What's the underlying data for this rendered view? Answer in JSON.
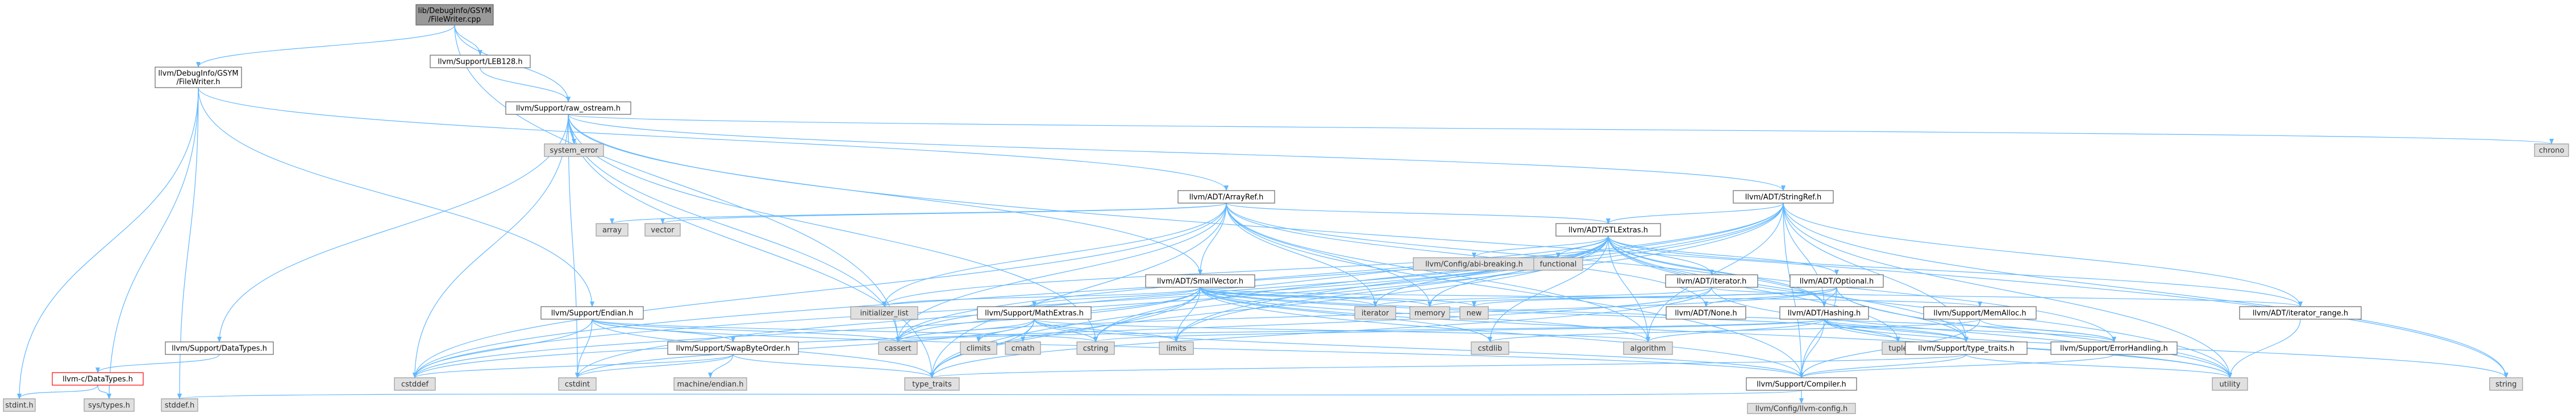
{
  "diagram": {
    "type": "include-dependency-graph",
    "root": "root",
    "colors": {
      "edge": "#63b8ff",
      "node_internal_fill": "#ffffff",
      "node_internal_border": "#666666",
      "node_system_fill": "#e0e0e0",
      "node_system_border": "#999999",
      "node_root_fill": "#999999",
      "node_truncated_border": "#ff0000"
    },
    "nodes": [
      {
        "id": "root",
        "lines": [
          "lib/DebugInfo/GSYM",
          "/FileWriter.cpp"
        ],
        "kind": "root"
      },
      {
        "id": "filewriter_h",
        "lines": [
          "llvm/DebugInfo/GSYM",
          "/FileWriter.h"
        ],
        "kind": "internal"
      },
      {
        "id": "leb128",
        "lines": [
          "llvm/Support/LEB128.h"
        ],
        "kind": "internal"
      },
      {
        "id": "raw_ostream",
        "lines": [
          "llvm/Support/raw_ostream.h"
        ],
        "kind": "internal"
      },
      {
        "id": "system_error",
        "lines": [
          "system_error"
        ],
        "kind": "system"
      },
      {
        "id": "chrono",
        "lines": [
          "chrono"
        ],
        "kind": "system"
      },
      {
        "id": "arrayref",
        "lines": [
          "llvm/ADT/ArrayRef.h"
        ],
        "kind": "internal"
      },
      {
        "id": "stringref",
        "lines": [
          "llvm/ADT/StringRef.h"
        ],
        "kind": "internal"
      },
      {
        "id": "array",
        "lines": [
          "array"
        ],
        "kind": "system"
      },
      {
        "id": "vector",
        "lines": [
          "vector"
        ],
        "kind": "system"
      },
      {
        "id": "stlextras",
        "lines": [
          "llvm/ADT/STLExtras.h"
        ],
        "kind": "internal"
      },
      {
        "id": "abibreaking",
        "lines": [
          "llvm/Config/abi-breaking.h"
        ],
        "kind": "system"
      },
      {
        "id": "functional",
        "lines": [
          "functional"
        ],
        "kind": "system"
      },
      {
        "id": "smallvector",
        "lines": [
          "llvm/ADT/SmallVector.h"
        ],
        "kind": "internal"
      },
      {
        "id": "adt_iterator",
        "lines": [
          "llvm/ADT/iterator.h"
        ],
        "kind": "internal"
      },
      {
        "id": "adt_optional",
        "lines": [
          "llvm/ADT/Optional.h"
        ],
        "kind": "internal"
      },
      {
        "id": "endian",
        "lines": [
          "llvm/Support/Endian.h"
        ],
        "kind": "internal"
      },
      {
        "id": "initializer_list",
        "lines": [
          "initializer_list"
        ],
        "kind": "system"
      },
      {
        "id": "mathextras",
        "lines": [
          "llvm/Support/MathExtras.h"
        ],
        "kind": "internal"
      },
      {
        "id": "iterator_std",
        "lines": [
          "iterator"
        ],
        "kind": "system"
      },
      {
        "id": "memory",
        "lines": [
          "memory"
        ],
        "kind": "system"
      },
      {
        "id": "new",
        "lines": [
          "new"
        ],
        "kind": "system"
      },
      {
        "id": "adt_none",
        "lines": [
          "llvm/ADT/None.h"
        ],
        "kind": "internal"
      },
      {
        "id": "hashing",
        "lines": [
          "llvm/ADT/Hashing.h"
        ],
        "kind": "internal"
      },
      {
        "id": "memalloc",
        "lines": [
          "llvm/Support/MemAlloc.h"
        ],
        "kind": "internal"
      },
      {
        "id": "iterator_range",
        "lines": [
          "llvm/ADT/iterator_range.h"
        ],
        "kind": "internal"
      },
      {
        "id": "datatypes_support",
        "lines": [
          "llvm/Support/DataTypes.h"
        ],
        "kind": "internal"
      },
      {
        "id": "datatypes_c",
        "lines": [
          "llvm-c/DataTypes.h"
        ],
        "kind": "truncated"
      },
      {
        "id": "swapbyteorder",
        "lines": [
          "llvm/Support/SwapByteOrder.h"
        ],
        "kind": "internal"
      },
      {
        "id": "climits",
        "lines": [
          "climits"
        ],
        "kind": "system"
      },
      {
        "id": "cmath",
        "lines": [
          "cmath"
        ],
        "kind": "system"
      },
      {
        "id": "cstring",
        "lines": [
          "cstring"
        ],
        "kind": "system"
      },
      {
        "id": "limits",
        "lines": [
          "limits"
        ],
        "kind": "system"
      },
      {
        "id": "cassert",
        "lines": [
          "cassert"
        ],
        "kind": "system"
      },
      {
        "id": "cstddef",
        "lines": [
          "cstddef"
        ],
        "kind": "system"
      },
      {
        "id": "cstdint",
        "lines": [
          "cstdint"
        ],
        "kind": "system"
      },
      {
        "id": "cstdlib",
        "lines": [
          "cstdlib"
        ],
        "kind": "system"
      },
      {
        "id": "algorithm",
        "lines": [
          "algorithm"
        ],
        "kind": "system"
      },
      {
        "id": "type_traits",
        "lines": [
          "type_traits"
        ],
        "kind": "system"
      },
      {
        "id": "tuple",
        "lines": [
          "tuple"
        ],
        "kind": "system"
      },
      {
        "id": "support_type_traits",
        "lines": [
          "llvm/Support/type_traits.h"
        ],
        "kind": "internal"
      },
      {
        "id": "errorhandling",
        "lines": [
          "llvm/Support/ErrorHandling.h"
        ],
        "kind": "internal"
      },
      {
        "id": "compiler",
        "lines": [
          "llvm/Support/Compiler.h"
        ],
        "kind": "internal"
      },
      {
        "id": "utility",
        "lines": [
          "utility"
        ],
        "kind": "system"
      },
      {
        "id": "string",
        "lines": [
          "string"
        ],
        "kind": "system"
      },
      {
        "id": "machine_endian",
        "lines": [
          "machine/endian.h"
        ],
        "kind": "system"
      },
      {
        "id": "stdint_h",
        "lines": [
          "stdint.h"
        ],
        "kind": "system"
      },
      {
        "id": "sys_types",
        "lines": [
          "sys/types.h"
        ],
        "kind": "system"
      },
      {
        "id": "stddef_h",
        "lines": [
          "stddef.h"
        ],
        "kind": "system"
      },
      {
        "id": "llvm_config",
        "lines": [
          "llvm/Config/llvm-config.h"
        ],
        "kind": "system"
      }
    ],
    "edges": [
      [
        "root",
        "filewriter_h"
      ],
      [
        "root",
        "leb128"
      ],
      [
        "root",
        "raw_ostream"
      ],
      [
        "root",
        "cassert"
      ],
      [
        "filewriter_h",
        "arrayref"
      ],
      [
        "filewriter_h",
        "endian"
      ],
      [
        "filewriter_h",
        "stdint_h"
      ],
      [
        "filewriter_h",
        "stddef_h"
      ],
      [
        "filewriter_h",
        "sys_types"
      ],
      [
        "leb128",
        "raw_ostream"
      ],
      [
        "raw_ostream",
        "stringref"
      ],
      [
        "raw_ostream",
        "datatypes_support"
      ],
      [
        "raw_ostream",
        "cassert"
      ],
      [
        "raw_ostream",
        "chrono"
      ],
      [
        "raw_ostream",
        "cstddef"
      ],
      [
        "raw_ostream",
        "cstdint"
      ],
      [
        "raw_ostream",
        "cstring"
      ],
      [
        "raw_ostream",
        "string"
      ],
      [
        "raw_ostream",
        "optional_skip"
      ],
      [
        "raw_ostream",
        "system_error"
      ],
      [
        "raw_ostream",
        "type_traits"
      ],
      [
        "raw_ostream",
        "smallvector"
      ],
      [
        "arrayref",
        "array"
      ],
      [
        "arrayref",
        "vector"
      ],
      [
        "arrayref",
        "stlextras"
      ],
      [
        "arrayref",
        "smallvector"
      ],
      [
        "arrayref",
        "hashing"
      ],
      [
        "arrayref",
        "adt_none"
      ],
      [
        "arrayref",
        "compiler"
      ],
      [
        "arrayref",
        "algorithm"
      ],
      [
        "arrayref",
        "cassert"
      ],
      [
        "arrayref",
        "cstddef"
      ],
      [
        "arrayref",
        "initializer_list"
      ],
      [
        "arrayref",
        "iterator_std"
      ],
      [
        "arrayref",
        "memory"
      ],
      [
        "arrayref",
        "type_traits"
      ],
      [
        "stringref",
        "stlextras"
      ],
      [
        "stringref",
        "iterator_range"
      ],
      [
        "stringref",
        "compiler"
      ],
      [
        "stringref",
        "algorithm"
      ],
      [
        "stringref",
        "cassert"
      ],
      [
        "stringref",
        "cstddef"
      ],
      [
        "stringref",
        "cstring"
      ],
      [
        "stringref",
        "limits"
      ],
      [
        "stringref",
        "string"
      ],
      [
        "stringref",
        "type_traits"
      ],
      [
        "stringref",
        "utility"
      ],
      [
        "stringref",
        "hashing"
      ],
      [
        "stringref",
        "support_type_traits"
      ],
      [
        "stlextras",
        "abibreaking"
      ],
      [
        "stlextras",
        "functional"
      ],
      [
        "stlextras",
        "adt_iterator"
      ],
      [
        "stlextras",
        "adt_optional"
      ],
      [
        "stlextras",
        "iterator_range"
      ],
      [
        "stlextras",
        "errorhandling"
      ],
      [
        "stlextras",
        "algorithm"
      ],
      [
        "stlextras",
        "cassert"
      ],
      [
        "stlextras",
        "cstddef"
      ],
      [
        "stlextras",
        "cstdint"
      ],
      [
        "stlextras",
        "cstdlib"
      ],
      [
        "stlextras",
        "initializer_list"
      ],
      [
        "stlextras",
        "iterator_std"
      ],
      [
        "stlextras",
        "limits"
      ],
      [
        "stlextras",
        "memory"
      ],
      [
        "stlextras",
        "tuple"
      ],
      [
        "stlextras",
        "type_traits"
      ],
      [
        "stlextras",
        "utility"
      ],
      [
        "stlextras",
        "support_type_traits"
      ],
      [
        "stlextras",
        "hashing"
      ],
      [
        "smallvector",
        "compiler"
      ],
      [
        "smallvector",
        "support_type_traits"
      ],
      [
        "smallvector",
        "algorithm"
      ],
      [
        "smallvector",
        "cassert"
      ],
      [
        "smallvector",
        "cstddef"
      ],
      [
        "smallvector",
        "cstdlib"
      ],
      [
        "smallvector",
        "cstring"
      ],
      [
        "smallvector",
        "functional"
      ],
      [
        "smallvector",
        "initializer_list"
      ],
      [
        "smallvector",
        "iterator_std"
      ],
      [
        "smallvector",
        "limits"
      ],
      [
        "smallvector",
        "memory"
      ],
      [
        "smallvector",
        "new"
      ],
      [
        "smallvector",
        "type_traits"
      ],
      [
        "smallvector",
        "utility"
      ],
      [
        "smallvector",
        "mathextras"
      ],
      [
        "smallvector",
        "memalloc"
      ],
      [
        "smallvector",
        "errorhandling"
      ],
      [
        "adt_iterator",
        "iterator_range"
      ],
      [
        "adt_iterator",
        "cstddef"
      ],
      [
        "adt_iterator",
        "iterator_std"
      ],
      [
        "adt_iterator",
        "type_traits"
      ],
      [
        "adt_iterator",
        "utility"
      ],
      [
        "adt_optional",
        "hashing"
      ],
      [
        "adt_optional",
        "adt_none"
      ],
      [
        "adt_optional",
        "compiler"
      ],
      [
        "adt_optional",
        "support_type_traits"
      ],
      [
        "adt_optional",
        "cassert"
      ],
      [
        "adt_optional",
        "memory"
      ],
      [
        "adt_optional",
        "new"
      ],
      [
        "adt_optional",
        "utility"
      ],
      [
        "endian",
        "compiler"
      ],
      [
        "endian",
        "swapbyteorder"
      ],
      [
        "endian",
        "cassert"
      ],
      [
        "endian",
        "cstddef"
      ],
      [
        "endian",
        "cstdint"
      ],
      [
        "endian",
        "cstring"
      ],
      [
        "endian",
        "type_traits"
      ],
      [
        "mathextras",
        "compiler"
      ],
      [
        "mathextras",
        "algorithm"
      ],
      [
        "mathextras",
        "cassert"
      ],
      [
        "mathextras",
        "climits"
      ],
      [
        "mathextras",
        "cmath"
      ],
      [
        "mathextras",
        "cstdint"
      ],
      [
        "mathextras",
        "cstring"
      ],
      [
        "mathextras",
        "limits"
      ],
      [
        "mathextras",
        "type_traits"
      ],
      [
        "hashing",
        "compiler"
      ],
      [
        "hashing",
        "errorhandling"
      ],
      [
        "hashing",
        "support_type_traits"
      ],
      [
        "hashing",
        "algorithm"
      ],
      [
        "hashing",
        "cassert"
      ],
      [
        "hashing",
        "cstring"
      ],
      [
        "hashing",
        "string"
      ],
      [
        "hashing",
        "tuple"
      ],
      [
        "hashing",
        "utility"
      ],
      [
        "memalloc",
        "compiler"
      ],
      [
        "memalloc",
        "errorhandling"
      ],
      [
        "memalloc",
        "cstdlib"
      ],
      [
        "iterator_range",
        "utility"
      ],
      [
        "datatypes_support",
        "datatypes_c"
      ],
      [
        "datatypes_c",
        "stdint_h"
      ],
      [
        "datatypes_c",
        "sys_types"
      ],
      [
        "swapbyteorder",
        "cstddef"
      ],
      [
        "swapbyteorder",
        "cstdint"
      ],
      [
        "swapbyteorder",
        "type_traits"
      ],
      [
        "swapbyteorder",
        "machine_endian"
      ],
      [
        "support_type_traits",
        "compiler"
      ],
      [
        "support_type_traits",
        "type_traits"
      ],
      [
        "support_type_traits",
        "utility"
      ],
      [
        "errorhandling",
        "compiler"
      ],
      [
        "compiler",
        "llvm_config"
      ],
      [
        "compiler",
        "stddef_h"
      ]
    ]
  }
}
